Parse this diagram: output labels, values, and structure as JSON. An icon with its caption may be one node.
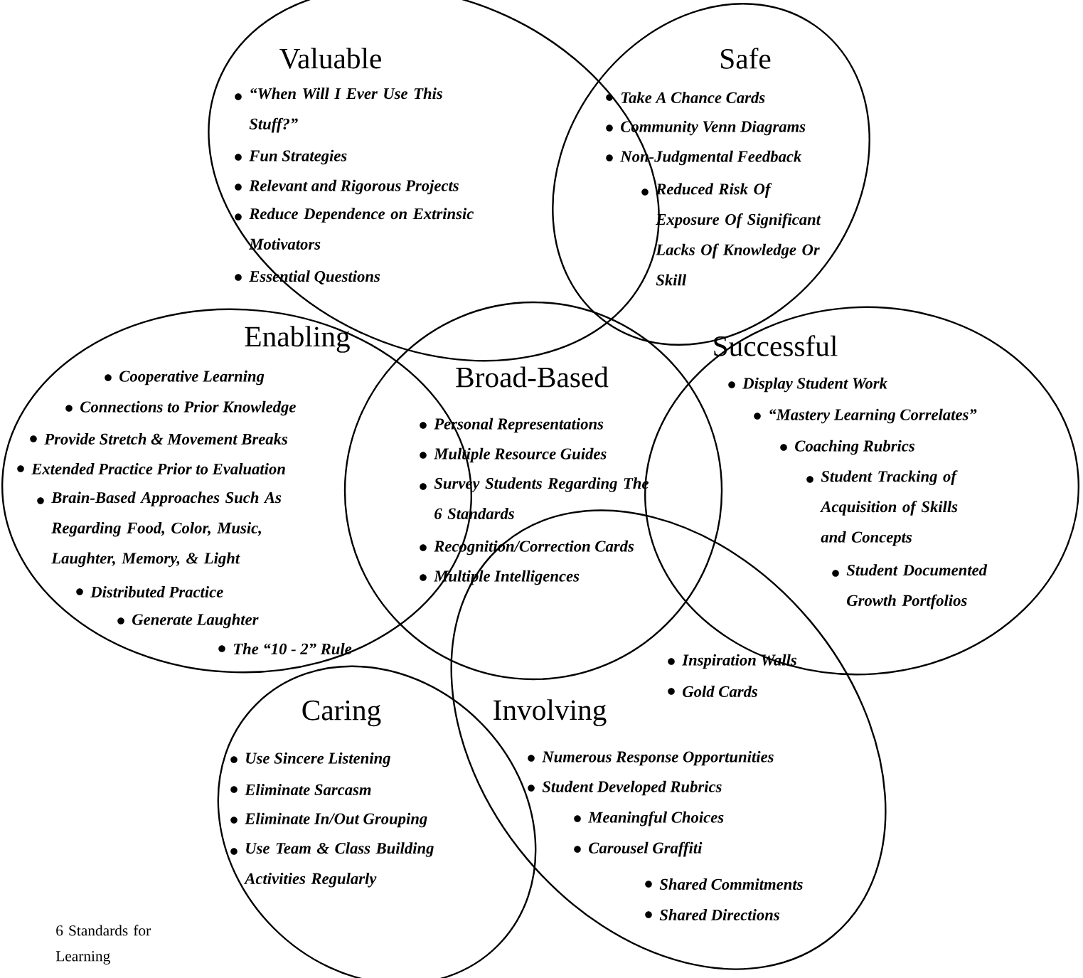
{
  "diagram": {
    "title": "6 Standards for Learning",
    "nodes": [
      {
        "text": [
          "Valuable",
          "“When Will I Ever Use This Stuff?”",
          "Fun Strategies",
          "Relevant and Rigorous Projects",
          "Reduce Dependence on Extrinsic Motivators",
          "Essential Questions"
        ]
      },
      {
        "text": [
          "Safe",
          "Take A Chance Cards",
          "Community Venn Diagrams",
          "Non-Judgmental Feedback",
          "Reduced Risk Of Exposure Of Significant Lacks Of Knowledge Or Skill"
        ]
      },
      {
        "text": [
          "Enabling",
          "Cooperative Learning",
          "Connections to Prior Knowledge",
          "Provide Stretch & Movement Breaks",
          "Extended Practice Prior to Evaluation",
          "Brain-Based Approaches Such As Regarding Food, Color, Music, Laughter, Memory, & Light",
          "Distributed Practice",
          "Generate Laughter",
          "The “10 - 2” Rule"
        ]
      },
      {
        "text": [
          "Broad-Based",
          "Personal Representations",
          "Multiple Resource Guides",
          "Survey Students Regarding The 6 Standards",
          "Recognition/Correction Cards",
          "Multiple Intelligences"
        ]
      },
      {
        "text": [
          "Successful",
          "Display Student Work",
          "“Mastery Learning Correlates”",
          "Coaching Rubrics",
          "Student Tracking of Acquisition of Skills and Concepts",
          "Student Documented Growth Portfolios"
        ]
      },
      {
        "text": [
          "Caring",
          "Use Sincere Listening",
          "Eliminate Sarcasm",
          "Eliminate In/Out Grouping",
          "Use Team & Class Building Activities Regularly"
        ]
      },
      {
        "text": [
          "Involving",
          "Inspiration Walls",
          "Gold Cards",
          "Numerous Response Opportunities",
          "Student Developed Rubrics",
          "Meaningful Choices",
          "Carousel Graffiti",
          "Shared Commitments",
          "Shared Directions"
        ]
      }
    ]
  }
}
